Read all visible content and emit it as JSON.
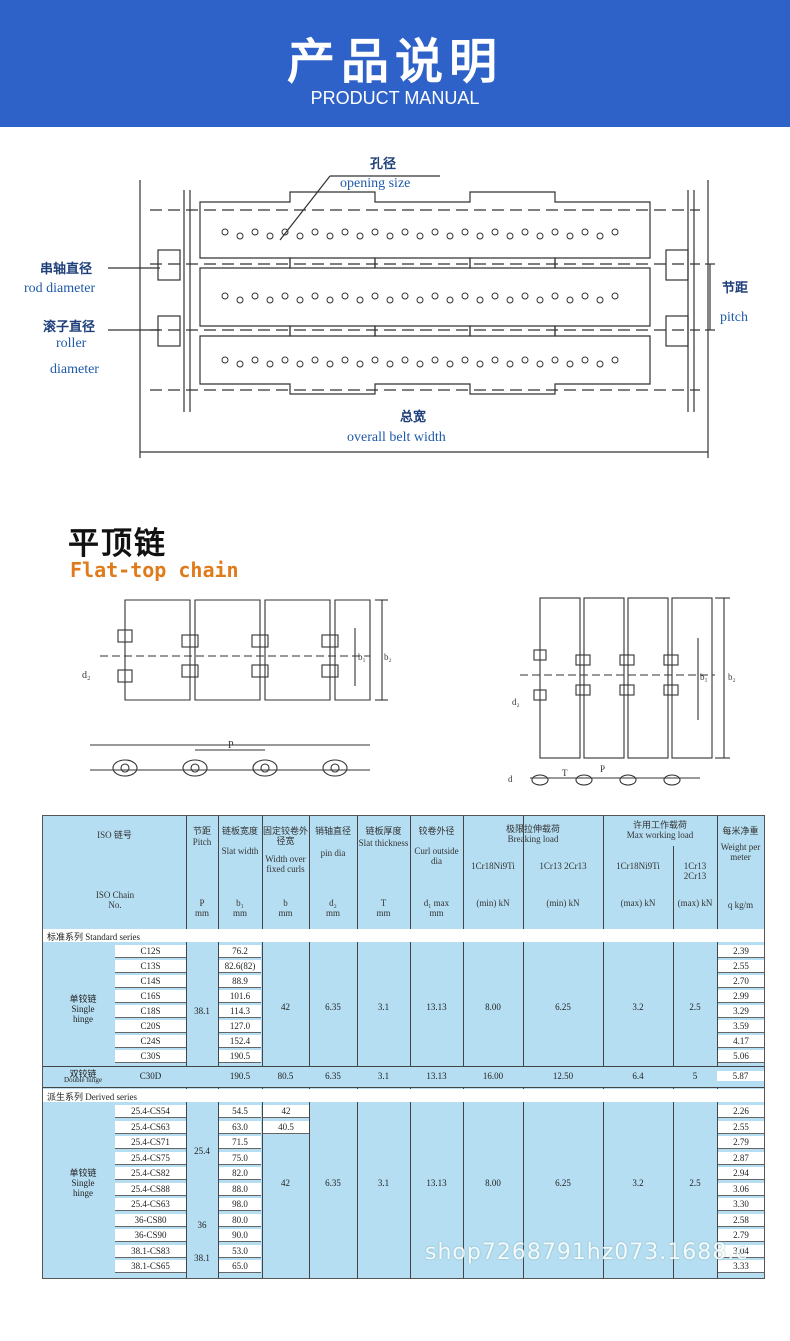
{
  "banner": {
    "title_cn": "产品说明",
    "title_en": "PRODUCT MANUAL",
    "bg": "#2f62c9"
  },
  "diagram": {
    "opening_cn": "孔径",
    "opening_en": "opening size",
    "rod_cn": "串轴直径",
    "rod_en": "rod diameter",
    "roller_cn": "滚子直径",
    "roller_en1": "roller",
    "roller_en2": "diameter",
    "pitch_cn": "节距",
    "pitch_en": "pitch",
    "width_cn": "总宽",
    "width_en": "overall belt width"
  },
  "flat": {
    "title_cn": "平顶链",
    "title_en": "Flat-top chain",
    "d2": "d₂",
    "b1": "b₁",
    "b2": "b₂",
    "p": "P",
    "t": "T",
    "d": "d"
  },
  "spec": {
    "headers": {
      "iso_cn": "ISO 链号",
      "iso_en": "ISO Chain No.",
      "pitch_cn": "节距",
      "pitch_en": "Pitch",
      "pitch_sym": "P",
      "pitch_unit": "mm",
      "slat_cn": "链板宽度",
      "slat_en": "Slat width",
      "slat_sym": "b₁",
      "slat_unit": "mm",
      "curl_cn": "固定铰卷外径宽",
      "curl_en": "Width over fixed curls",
      "curl_sym": "b",
      "curl_unit": "mm",
      "pin_cn": "销轴直径",
      "pin_en": "pin dia",
      "pin_sym": "d₂",
      "pin_unit": "mm",
      "thick_cn": "链板厚度",
      "thick_en": "Slat thickness",
      "thick_sym": "T",
      "thick_unit": "mm",
      "curlod_cn": "铰卷外径",
      "curlod_en": "Curl outside dia",
      "curlod_sym": "d₁ max",
      "curlod_unit": "mm",
      "break_cn": "极限拉伸载荷",
      "break_en": "Breaking load",
      "break_m1": "1Cr18Ni9Ti",
      "break_m2": "1Cr13 2Cr13",
      "break_u": "(min) kN",
      "work_cn": "许用工作载荷",
      "work_en": "Max working load",
      "work_m1": "1Cr18Ni9Ti",
      "work_m2": "1Cr13 2Cr13",
      "work_u": "(max) kN",
      "weight_cn": "每米净重",
      "weight_en": "Weight per meter",
      "weight_unit": "q kg/m"
    },
    "standard_label": "标准系列   Standard series",
    "derived_label": "派生系列   Derived series",
    "single_hinge_cn": "单铰链",
    "single_hinge_en": "Single hinge",
    "double_hinge_cn": "双铰链",
    "double_hinge_en": "Double hinge",
    "standard_rows": [
      {
        "no": "C12S",
        "b1": "76.2",
        "q": "2.39"
      },
      {
        "no": "C13S",
        "b1": "82.6(82)",
        "q": "2.55"
      },
      {
        "no": "C14S",
        "b1": "88.9",
        "q": "2.70"
      },
      {
        "no": "C16S",
        "b1": "101.6",
        "q": "2.99"
      },
      {
        "no": "C18S",
        "b1": "114.3",
        "q": "3.29"
      },
      {
        "no": "C20S",
        "b1": "127.0",
        "q": "3.59"
      },
      {
        "no": "C24S",
        "b1": "152.4",
        "q": "4.17"
      },
      {
        "no": "C30S",
        "b1": "190.5",
        "q": "5.06"
      }
    ],
    "standard_common": {
      "p": "38.1",
      "b": "42",
      "d2": "6.35",
      "t": "3.1",
      "d1": "13.13",
      "br1": "8.00",
      "br2": "6.25",
      "w1": "3.2",
      "w2": "2.5"
    },
    "double_row": {
      "no": "C30D",
      "b1": "190.5",
      "b": "80.5",
      "d2": "6.35",
      "t": "3.1",
      "d1": "13.13",
      "br1": "16.00",
      "br2": "12.50",
      "w1": "6.4",
      "w2": "5",
      "q": "5.87"
    },
    "derived_rows": [
      {
        "no": "25.4-CS54",
        "b1": "54.5",
        "b": "42",
        "q": "2.26"
      },
      {
        "no": "25.4-CS63",
        "b1": "63.0",
        "b": "40.5",
        "q": "2.55"
      },
      {
        "no": "25.4-CS71",
        "b1": "71.5",
        "b": "",
        "q": "2.79"
      },
      {
        "no": "25.4-CS75",
        "b1": "75.0",
        "b": "",
        "q": "2.87"
      },
      {
        "no": "25.4-CS82",
        "b1": "82.0",
        "b": "",
        "q": "2.94"
      },
      {
        "no": "25.4-CS88",
        "b1": "88.0",
        "b": "",
        "q": "3.06"
      },
      {
        "no": "25.4-CS63",
        "b1": "98.0",
        "b": "",
        "q": "3.30"
      },
      {
        "no": "36-CS80",
        "b1": "80.0",
        "b": "",
        "q": "2.58"
      },
      {
        "no": "36-CS90",
        "b1": "90.0",
        "b": "",
        "q": "2.79"
      },
      {
        "no": "38.1-CS83",
        "b1": "53.0",
        "b": "",
        "q": "3.04"
      },
      {
        "no": "38.1-CS65",
        "b1": "65.0",
        "b": "",
        "q": "3.33"
      }
    ],
    "derived_pitch": [
      "25.4",
      "36",
      "38.1"
    ],
    "derived_common": {
      "b": "42",
      "d2": "6.35",
      "t": "3.1",
      "d1": "13.13",
      "br1": "8.00",
      "br2": "6.25",
      "w1": "3.2",
      "w2": "2.5"
    }
  },
  "watermark": "shop7268791hz073.1688.c"
}
